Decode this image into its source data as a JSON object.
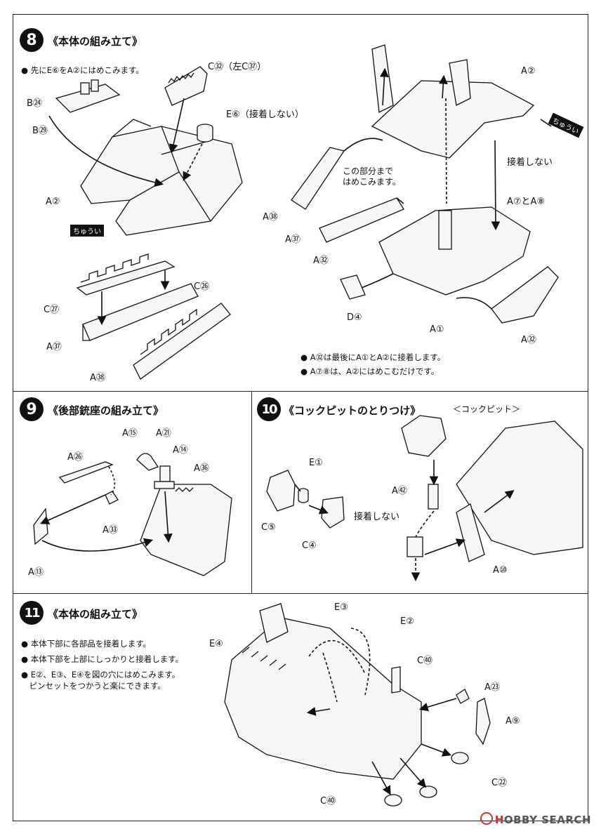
{
  "steps": {
    "s8": {
      "num": "8",
      "title": "《本体の組み立て》",
      "notes": [
        "● 先にE⑥をA②にはめこみます。"
      ],
      "bottom_notes": [
        "● A㉜は最後にA①とA②に接着します。",
        "● A⑦⑧は、A②にはめこむだけです。"
      ],
      "labels": {
        "c32": "C㉜（左C㊲）",
        "b24": "B㉔",
        "b29": "B㉙",
        "e6": "E⑥（接着しない）",
        "a2_left": "A②",
        "chuui_left": "ちゅうい",
        "c27": "C㉗",
        "c26": "C㉖",
        "a37_left": "A㊲",
        "a38_left": "A㊳",
        "a2_right": "A②",
        "chuui_right": "ちゅうい",
        "kono": "この部分まで\nはめこみます。",
        "no_glue": "接着しない",
        "a38_right": "A㊳",
        "a7a8": "A⑦とA⑧",
        "a37_right": "A㊲",
        "a32_mid": "A㉜",
        "d4": "D④",
        "a1": "A①",
        "a32_right": "A㉜"
      }
    },
    "s9": {
      "num": "9",
      "title": "《後部銃座の組み立て》",
      "labels": {
        "a15": "A⑮",
        "a21": "A㉑",
        "a14": "A⑭",
        "a26": "A㉖",
        "a36": "A㊱",
        "a33": "A㉝",
        "a13": "A⑬"
      }
    },
    "s10": {
      "num": "10",
      "title": "《コックピットのとりつけ》",
      "labels": {
        "cockpit": "＜コックピット＞",
        "e1": "E①",
        "a42": "A㊷",
        "no_glue": "接着しない",
        "c5": "C⑤",
        "c4": "C④",
        "a10": "A⑩"
      }
    },
    "s11": {
      "num": "11",
      "title": "《本体の組み立て》",
      "notes": [
        "● 本体下部に各部品を接着します。",
        "● 本体下部を上部にしっかりと接着します。",
        "● E②、E③、E④を図の穴にはめこみます。",
        "　ピンセットをつかうと楽にできます。"
      ],
      "labels": {
        "e3": "E③",
        "e2": "E②",
        "e4": "E④",
        "c40_top": "C㊵",
        "a23": "A㉓",
        "a9": "A⑨",
        "c22": "C㉒",
        "c40_bottom": "C㊵"
      }
    }
  },
  "watermark": {
    "brand_h": "H",
    "brand_rest": "OBBY SEARCH",
    "icon": "hobbysearch-logo-icon"
  }
}
